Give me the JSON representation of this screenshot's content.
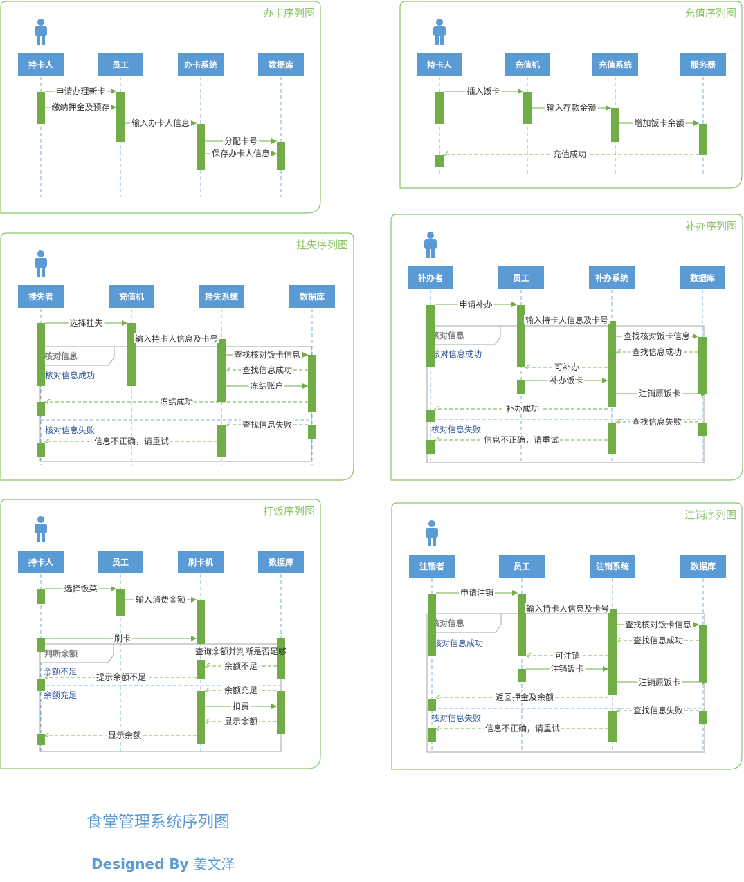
{
  "footer": {
    "title": "食堂管理系统序列图",
    "designed_by": "Designed By",
    "author": "姜文泽"
  },
  "diagrams": [
    {
      "title": "办卡序列图",
      "participants": [
        "持卡人",
        "员工",
        "办卡系统",
        "数据库"
      ],
      "messages": [
        "申请办理新卡",
        "缴纳押金及预存",
        "输入办卡人信息",
        "分配卡号",
        "保存办卡人信息"
      ]
    },
    {
      "title": "充值序列图",
      "participants": [
        "持卡人",
        "充值机",
        "充值系统",
        "服务器"
      ],
      "messages": [
        "插入饭卡",
        "输入存款金额",
        "增加饭卡余额",
        "充值成功"
      ]
    },
    {
      "title": "挂失序列图",
      "participants": [
        "挂失者",
        "充值机",
        "挂失系统",
        "数据库"
      ],
      "fragment": "核对信息",
      "guards": [
        "核对信息成功",
        "核对信息失败"
      ],
      "messages": [
        "选择挂失",
        "输入持卡人信息及卡号",
        "查找核对饭卡信息",
        "查找信息成功",
        "冻结账户",
        "冻结成功",
        "查找信息失败",
        "信息不正确，请重试"
      ]
    },
    {
      "title": "补办序列图",
      "participants": [
        "补办者",
        "员工",
        "补办系统",
        "数据库"
      ],
      "fragment": "核对信息",
      "guards": [
        "核对信息成功",
        "核对信息失败"
      ],
      "messages": [
        "申请补办",
        "输入持卡人信息及卡号",
        "查找核对饭卡信息",
        "查找信息成功",
        "可补办",
        "补办饭卡",
        "注销原饭卡",
        "补办成功",
        "查找信息失败",
        "信息不正确，请重试"
      ]
    },
    {
      "title": "打饭序列图",
      "participants": [
        "持卡人",
        "员工",
        "刷卡机",
        "数据库"
      ],
      "fragment": "判断余额",
      "guards": [
        "余额不足",
        "余额充足"
      ],
      "messages": [
        "选择饭菜",
        "输入消费金额",
        "刷卡",
        "查询余额并判断是否足够",
        "余额不足",
        "提示余额不足",
        "余额充足",
        "扣费",
        "显示余额",
        "显示余额"
      ]
    },
    {
      "title": "注销序列图",
      "participants": [
        "注销者",
        "员工",
        "注销系统",
        "数据库"
      ],
      "fragment": "核对信息",
      "guards": [
        "核对信息成功",
        "核对信息失败"
      ],
      "messages": [
        "申请注销",
        "输入持卡人信息及卡号",
        "查找核对饭卡信息",
        "查找信息成功",
        "可注销",
        "注销饭卡",
        "注销原饭卡",
        "返回押金及余额",
        "查找信息失败",
        "信息不正确，请重试"
      ]
    }
  ]
}
